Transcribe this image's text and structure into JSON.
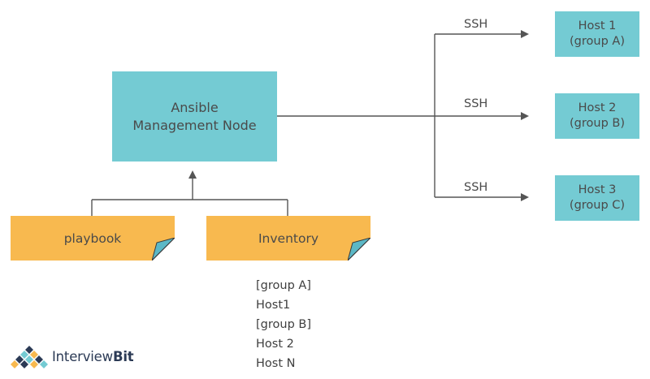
{
  "management_node": {
    "line1": "Ansible",
    "line2": "Management Node"
  },
  "hosts": [
    {
      "line1": "Host 1",
      "line2": "(group A)"
    },
    {
      "line1": "Host 2",
      "line2": "(group B)"
    },
    {
      "line1": "Host 3",
      "line2": "(group C)"
    }
  ],
  "connections": [
    "SSH",
    "SSH",
    "SSH"
  ],
  "inputs": {
    "playbook": "playbook",
    "inventory": "Inventory"
  },
  "inventory_contents": [
    "[group A]",
    "Host1",
    "[group B]",
    "Host 2",
    "Host N"
  ],
  "logo": {
    "part1": "Interview",
    "part2": "Bit"
  },
  "colors": {
    "teal": "#74cbd3",
    "orange": "#f8b94f",
    "fold": "#5cb8c6",
    "line": "#555555",
    "text": "#4a4a4a"
  }
}
